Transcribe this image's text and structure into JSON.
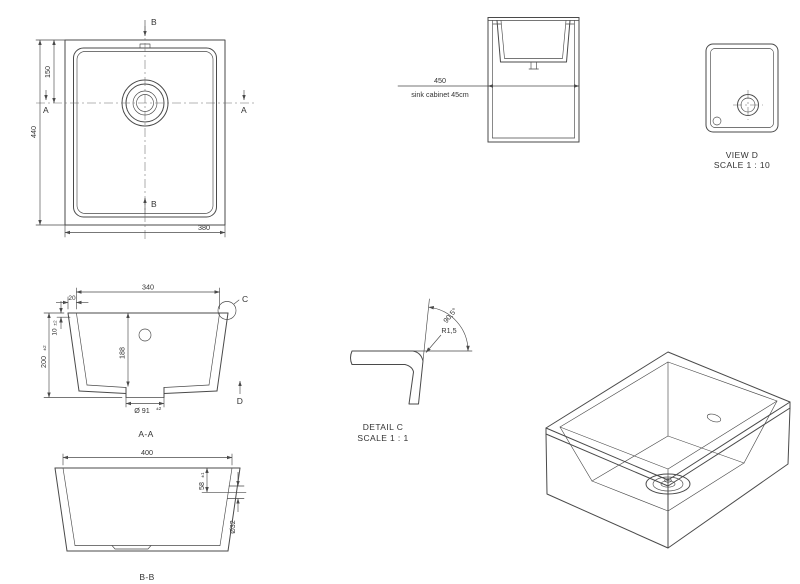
{
  "drawing": {
    "plan": {
      "section_b": "B",
      "section_a": "A",
      "dim_height": "440",
      "dim_drain_offset": "150",
      "dim_width": "380"
    },
    "cabinet": {
      "dim_width": "450",
      "caption": "sink cabinet 45cm"
    },
    "view_d": {
      "title": "VIEW D",
      "scale": "SCALE 1 : 10"
    },
    "section_aa": {
      "dim_rim_width": "20",
      "dim_inner_width": "340",
      "dim_rim_thickness": "10",
      "dim_rim_thickness_tol": "±2",
      "dim_total_depth": "200",
      "dim_total_depth_tol": "±2",
      "dim_inner_depth": "188",
      "dim_drain_dia": "Ø 91",
      "dim_drain_dia_tol": "±2",
      "detail_label": "C",
      "view_label": "D",
      "caption": "A-A"
    },
    "detail_c": {
      "angle": "90,5°",
      "radius": "R1,5",
      "title": "DETAIL C",
      "scale": "SCALE 1 : 1"
    },
    "section_bb": {
      "dim_inner_length": "400",
      "dim_overflow_depth": "58",
      "dim_overflow_depth_tol": "±1",
      "dim_overflow_dia": "Ø32",
      "caption": "B-B"
    }
  }
}
